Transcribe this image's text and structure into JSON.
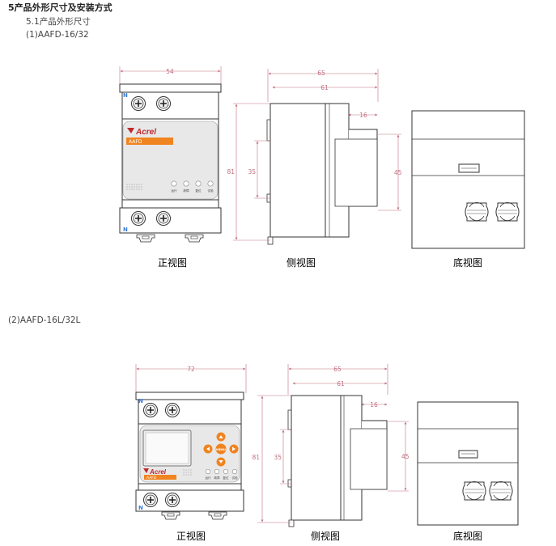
{
  "section_title": "5产品外形尺寸及安装方式",
  "subsection_title": "5.1产品外形尺寸",
  "model1": {
    "title": "(1)AAFD-16/32",
    "brand": "Acrel",
    "model_label": "AAFD",
    "terminal_label_top": "N",
    "terminal_label_bottom": "N",
    "indicators": [
      "运行",
      "故障",
      "复位",
      "试验"
    ],
    "dims": {
      "front_width": "54",
      "side_depth": "65",
      "side_depth2": "61",
      "side_step": "16",
      "height": "81",
      "rail": "35",
      "rail_side": "45"
    },
    "captions": {
      "front": "正视图",
      "side": "侧视图",
      "bottom": "底视图"
    }
  },
  "model2": {
    "title": "(2)AAFD-16L/32L",
    "brand": "Acrel",
    "model_label": "AAFD",
    "terminal_label_top": "N",
    "terminal_label_bottom": "N",
    "menu_label": "MENU",
    "indicators": [
      "运行",
      "故障",
      "复位",
      "试验"
    ],
    "dims": {
      "front_width": "72",
      "side_depth": "65",
      "side_depth2": "61",
      "side_step": "16",
      "height": "81",
      "rail": "35",
      "rail_side": "45"
    },
    "captions": {
      "front": "正视图",
      "side": "侧视图",
      "bottom": "底视图"
    }
  }
}
